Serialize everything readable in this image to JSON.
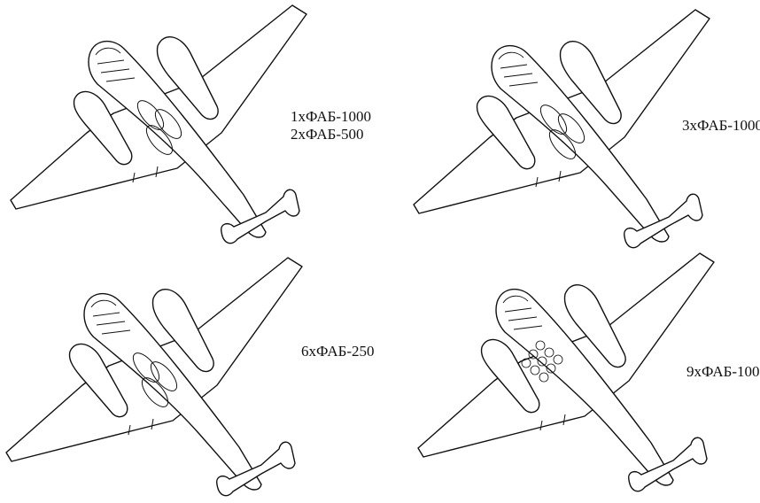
{
  "panels": [
    {
      "id": "panel-1",
      "labels": [
        "1xФАБ-1000",
        "2xФАБ-500"
      ]
    },
    {
      "id": "panel-2",
      "labels": [
        "3xФАБ-1000"
      ]
    },
    {
      "id": "panel-3",
      "labels": [
        "6xФАБ-250"
      ]
    },
    {
      "id": "panel-4",
      "labels": [
        "9xФАБ-100"
      ]
    }
  ],
  "colors": {
    "ink": "#111111",
    "paper": "#ffffff"
  }
}
